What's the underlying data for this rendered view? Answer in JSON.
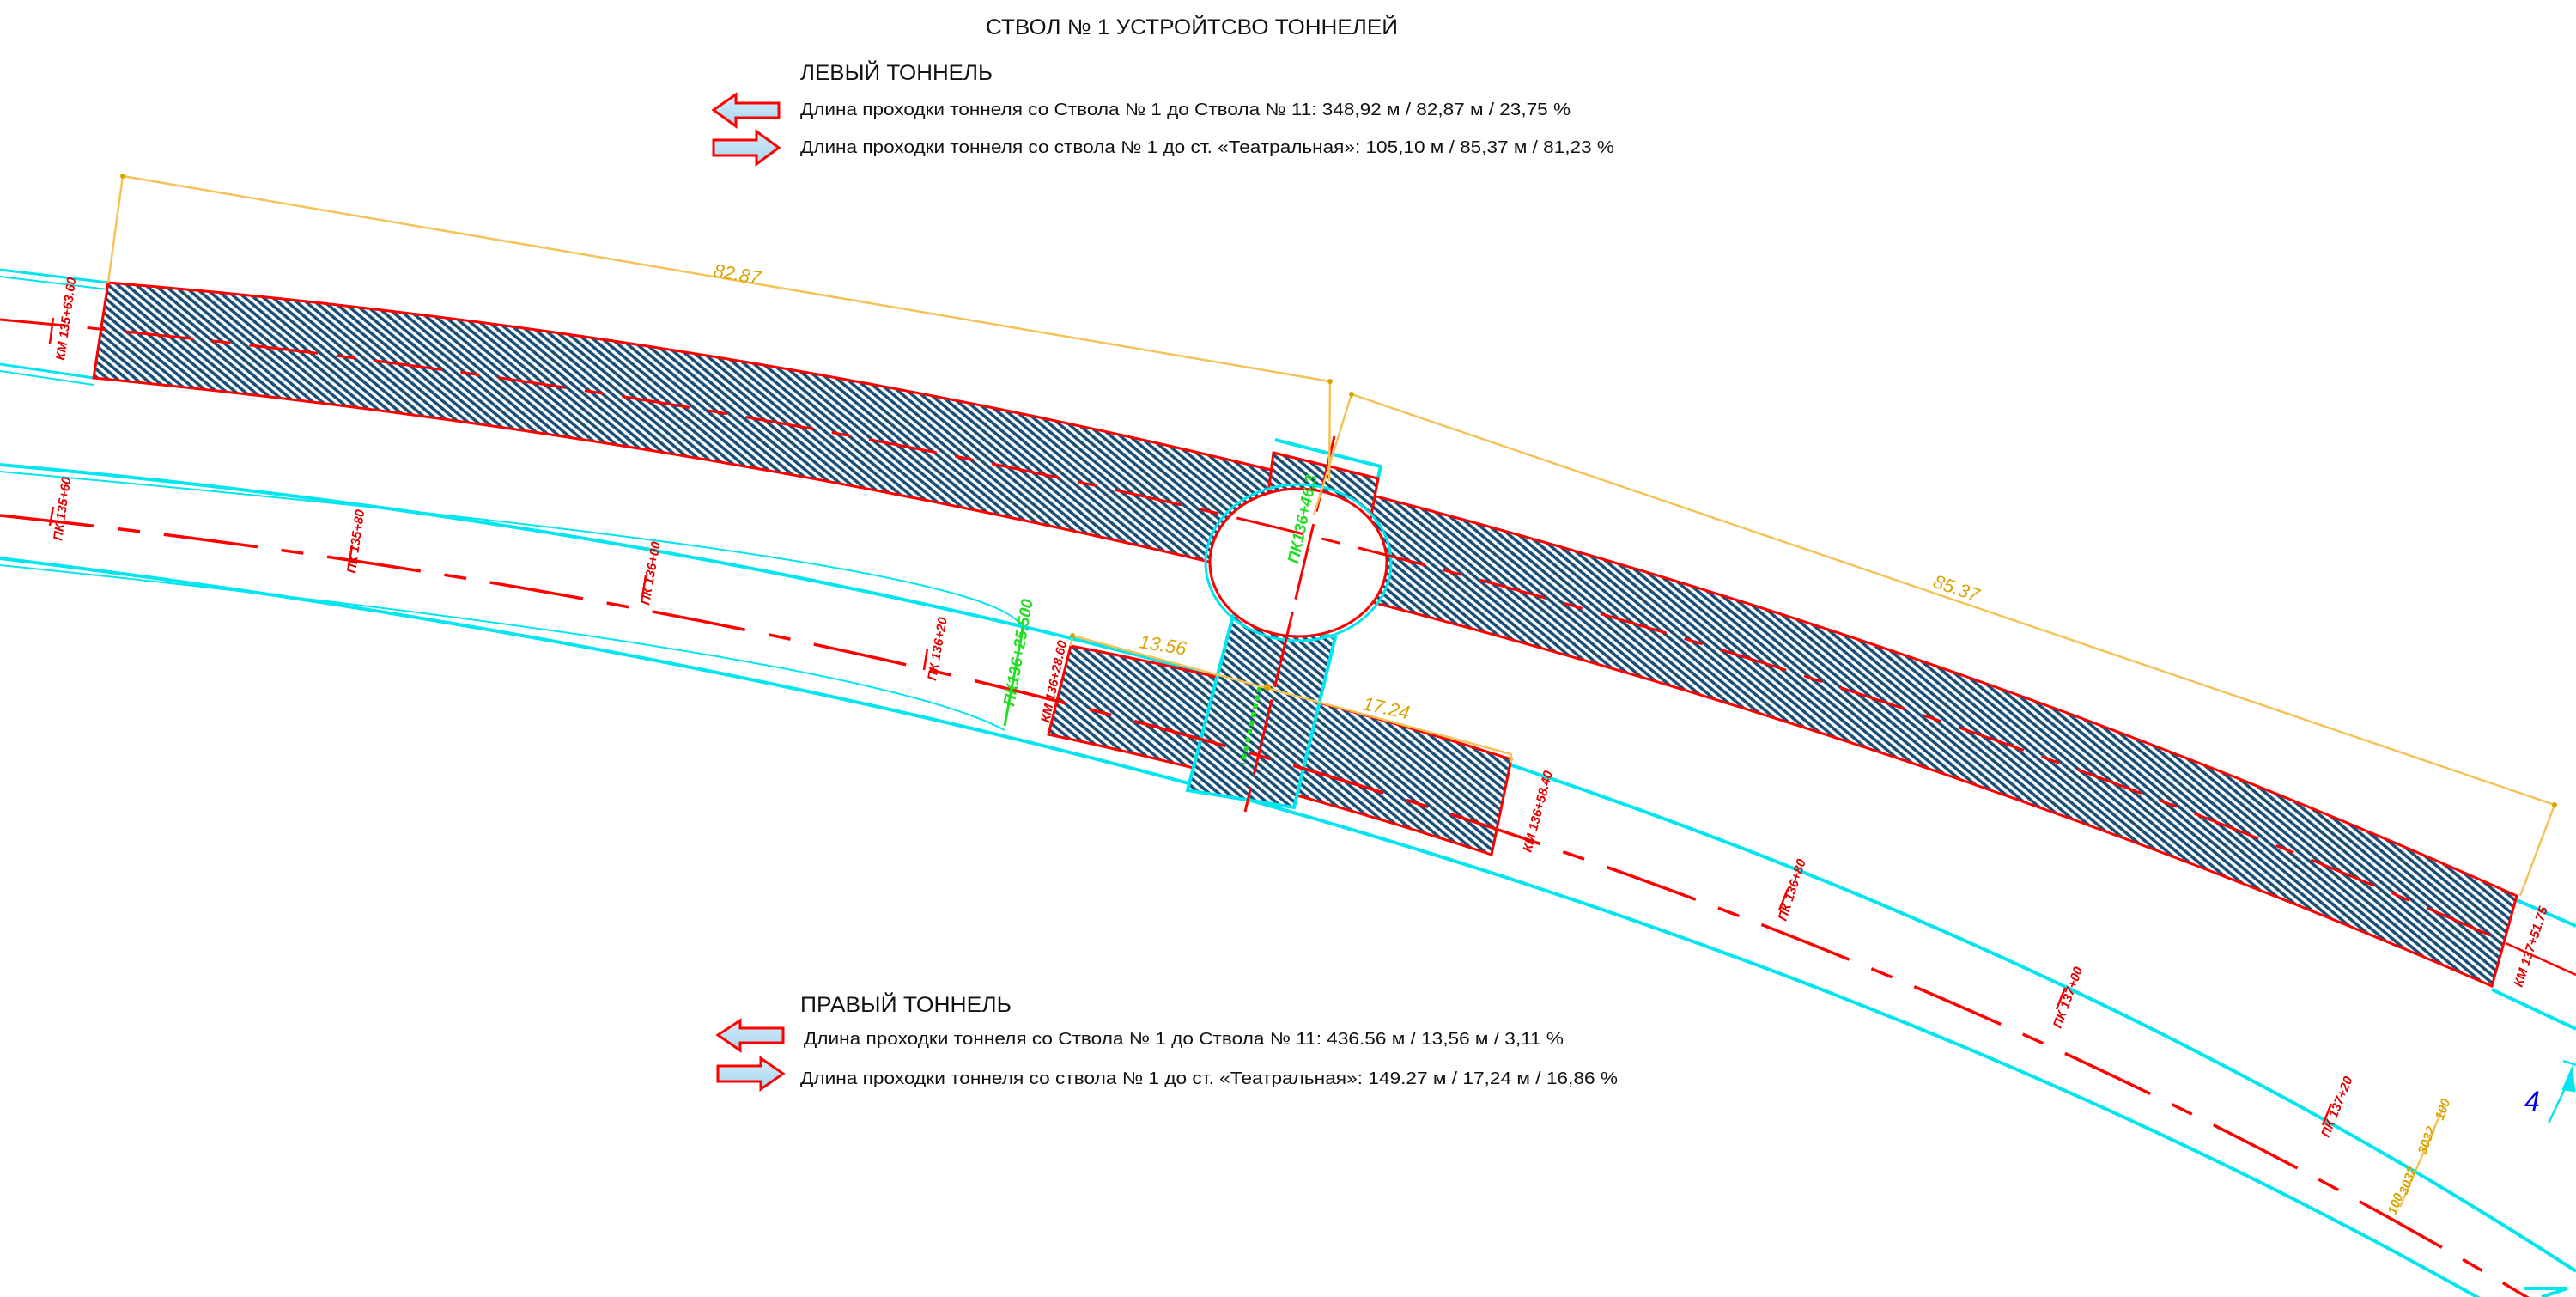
{
  "title": "СТВОЛ № 1 УСТРОЙТСВО ТОННЕЛЕЙ",
  "left_tunnel": {
    "heading": "ЛЕВЫЙ ТОННЕЛЬ",
    "line_to_shaft_11": "Длина проходки тоннеля со Ствола № 1 до Ствола № 11: 348,92 м / 82,87 м / 23,75 %",
    "line_to_teatralnaya": "Длина проходки тоннеля со ствола № 1 до ст. «Театральная»: 105,10 м / 85,37 м / 81,23 %"
  },
  "right_tunnel": {
    "heading": "ПРАВЫЙ ТОННЕЛЬ",
    "line_to_shaft_11": "Длина проходки тоннеля со Ствола № 1 до Ствола № 11: 436.56 м / 13,56 м / 3,11 %",
    "line_to_teatralnaya": "Длина проходки тоннеля со ствола № 1 до ст. «Театральная»: 149.27 м / 17,24 м / 16,86 %"
  },
  "dimensions": {
    "left_west": "82.87",
    "left_east": "85.37",
    "right_west": "13.56",
    "right_east": "17.24",
    "section_a": "3032",
    "section_b": "3032",
    "offset_a": "100",
    "offset_b": "100"
  },
  "stations": {
    "km_135_63": "КМ 135+63.60",
    "pk_135_60": "ПК 135+60",
    "pk_135_80": "ПК 135+80",
    "pk_136_00": "ПК 136+00",
    "pk_136_20": "ПК 136+20",
    "pk_136_25_green": "ПК136+25.500",
    "km_136_28": "КМ 136+28.60",
    "pk_136_46_green": "ПК136+46.3",
    "km_136_58": "КМ 136+58.40",
    "pk_136_80": "ПК 136+80",
    "pk_137_00": "ПК 137+00",
    "pk_137_20": "ПК 137+20",
    "km_137_51": "КМ 137+51.75"
  },
  "section_mark": "4",
  "colors": {
    "tunnel_outline": "#00e5ee",
    "bored_outline": "#ff0000",
    "hatch": "#1a4f78",
    "dimension": "#f5c25a",
    "station_green": "#22dd22",
    "section_mark": "#0000ee"
  },
  "icons": {
    "arrow_left": "arrow-left-icon",
    "arrow_right": "arrow-right-icon"
  }
}
